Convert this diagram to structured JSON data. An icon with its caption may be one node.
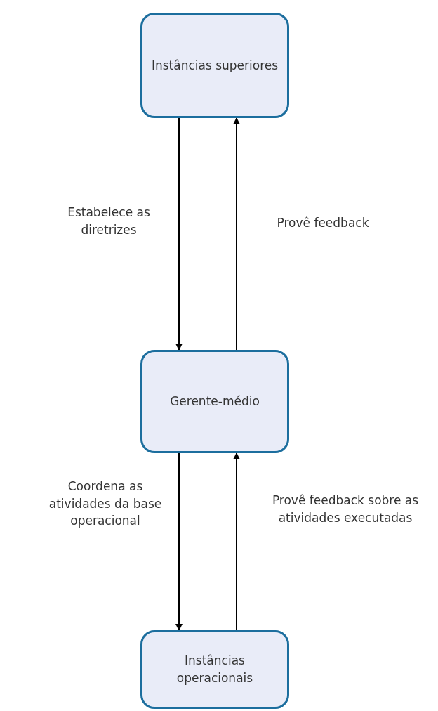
{
  "diagram": {
    "nodes": [
      {
        "text": [
          "Instâncias superiores"
        ]
      },
      {
        "text": [
          "Gerente-médio"
        ]
      },
      {
        "text": [
          "Instâncias operacionais"
        ]
      }
    ],
    "edges": [
      {
        "from": 0,
        "to": 1,
        "arrow": "to",
        "label": "Estabelece as diretrizes"
      },
      {
        "from": 1,
        "to": 0,
        "arrow": "to",
        "label": "Provê feedback"
      },
      {
        "from": 1,
        "to": 2,
        "arrow": "to",
        "label": "Coordena as atividades da base operacional"
      },
      {
        "from": 2,
        "to": 1,
        "arrow": "to",
        "label": "Provê feedback sobre as atividades executadas"
      }
    ]
  }
}
